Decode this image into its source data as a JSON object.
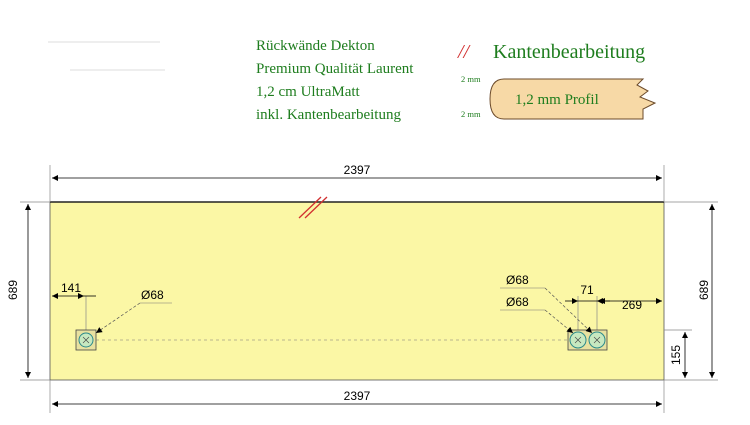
{
  "header": {
    "lines": [
      "Rückwände Dekton",
      "Premium Qualität Laurent",
      "1,2 cm UltraMatt",
      "inkl. Kantenbearbeitung"
    ]
  },
  "edge_legend": {
    "symbol": "//",
    "title": "Kantenbearbeitung",
    "profile_label": "1,2 mm Profil",
    "top_mm": "2 mm",
    "bottom_mm": "2 mm"
  },
  "dimensions": {
    "top_width": "2397",
    "bottom_width": "2397",
    "left_height": "689",
    "right_height": "689",
    "left_offset": "141",
    "left_hole_diameter": "Ø68",
    "right_hole_1_diameter": "Ø68",
    "right_hole_2_diameter": "Ø68",
    "hole_spacing": "71",
    "right_offset": "269",
    "hole_height": "155"
  },
  "colors": {
    "panel_fill": "#fbf7a5",
    "header_text": "#1e7d1e",
    "edge_mark": "#d23030",
    "profile_fill": "#f7d9a6",
    "hole_fill": "#c7e8c0"
  }
}
